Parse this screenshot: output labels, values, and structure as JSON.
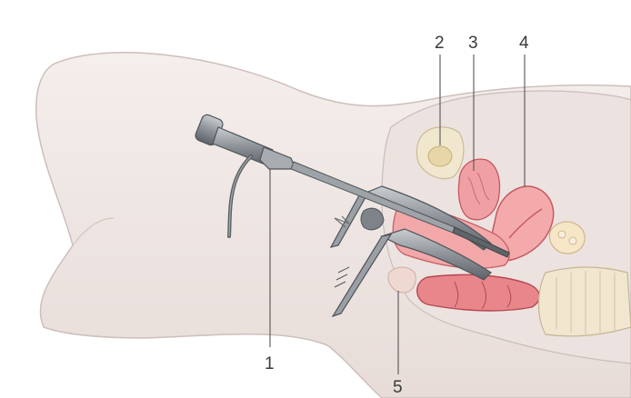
{
  "callouts": {
    "c1": "1",
    "c2": "2",
    "c3": "3",
    "c4": "4",
    "c5": "5"
  },
  "colors": {
    "skin": "#efe6e3",
    "skin_shadow": "#dcd0cc",
    "tissue": "#f3a6a7",
    "tissue_dark": "#d45f66",
    "instrument": "#8f9599",
    "instrument_dark": "#4e5459"
  }
}
